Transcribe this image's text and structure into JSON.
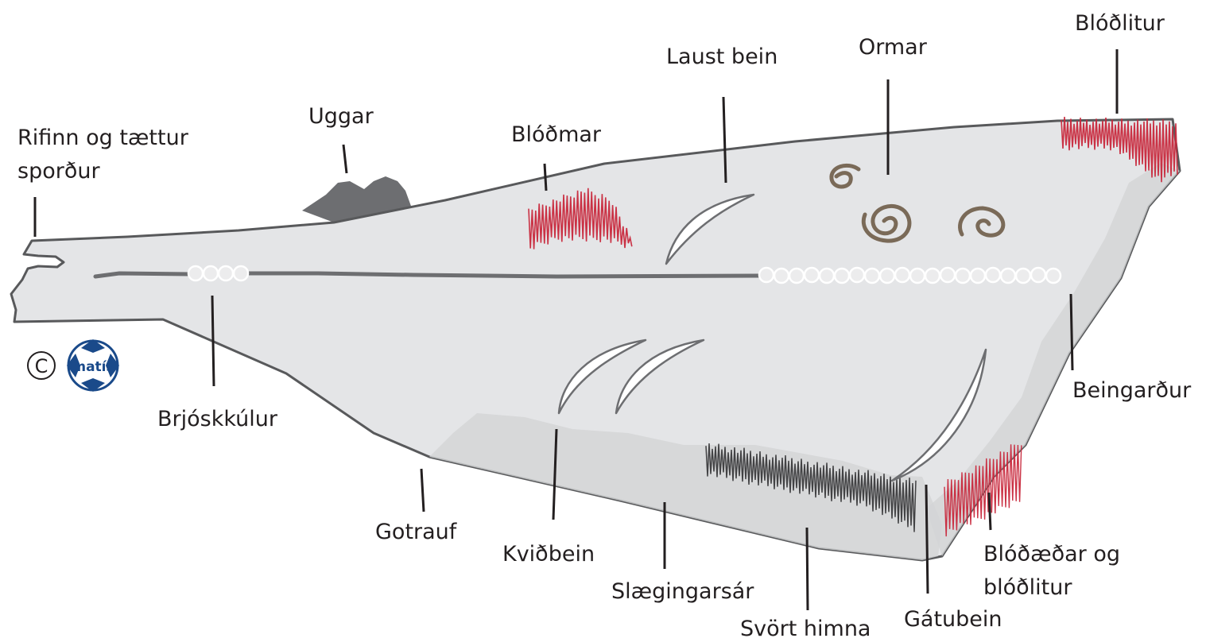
{
  "labels": {
    "rifinn_line1": "Rifinn og tættur",
    "rifinn_line2": "sporður",
    "uggar": "Uggar",
    "blodmar": "Blóðmar",
    "laust_bein": "Laust bein",
    "ormar": "Ormar",
    "blodlitur": "Blóðlitur",
    "brjoskkulur": "Brjóskkúlur",
    "beingardur": "Beingarður",
    "gotrauf": "Gotrauf",
    "kvidbein": "Kviðbein",
    "slaegingarsar": "Slægingarsár",
    "svort_himna": "Svört himna",
    "gatubein": "Gátubein",
    "blodaedar_line1": "Blóðæðar og",
    "blodaedar_line2": "blóðlitur"
  },
  "logo": {
    "copyright_symbol": "C",
    "brand_text": "matís",
    "brand_color": "#1a4a8a"
  },
  "colors": {
    "fillet_fill": "#e4e5e7",
    "fillet_shade": "#d3d4d6",
    "fillet_outline": "#58595b",
    "blood_red": "#c8283c",
    "worm_brown": "#7a6a58",
    "fin_gray": "#6d6e71",
    "membrane_dark": "#3a3a3c",
    "text": "#231f20"
  },
  "icons": [
    "copyright-icon",
    "matis-logo-icon"
  ]
}
